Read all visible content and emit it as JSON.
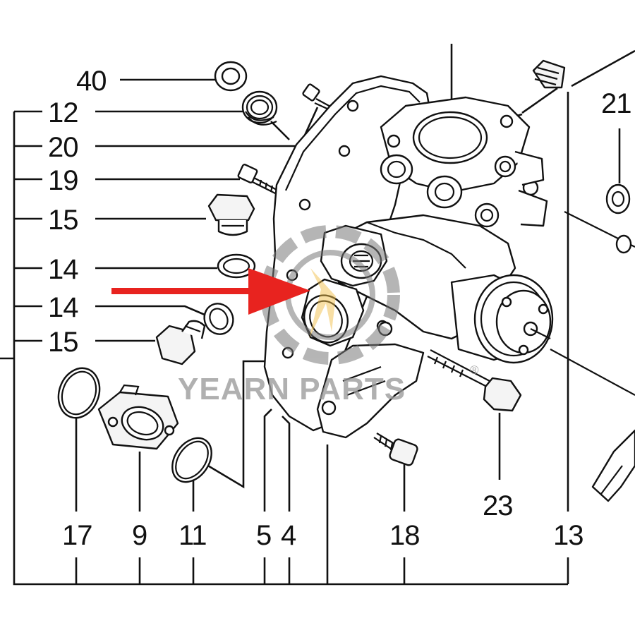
{
  "diagram": {
    "callouts": {
      "p40": "40",
      "p12": "12",
      "p20": "20",
      "p19": "19",
      "p15a": "15",
      "p14a": "14",
      "p14b": "14",
      "p15b": "15",
      "p21": "21",
      "p23": "23",
      "p17": "17",
      "p9": "9",
      "p11": "11",
      "p5": "5",
      "p4": "4",
      "p18": "18",
      "p13": "13"
    },
    "watermark": {
      "text": "YEARN PARTS",
      "registered": "®"
    },
    "colors": {
      "line": "#111111",
      "arrow": "#e8231f",
      "watermark": "#9a9a9a",
      "logo_gold": "#f2c04a"
    }
  }
}
